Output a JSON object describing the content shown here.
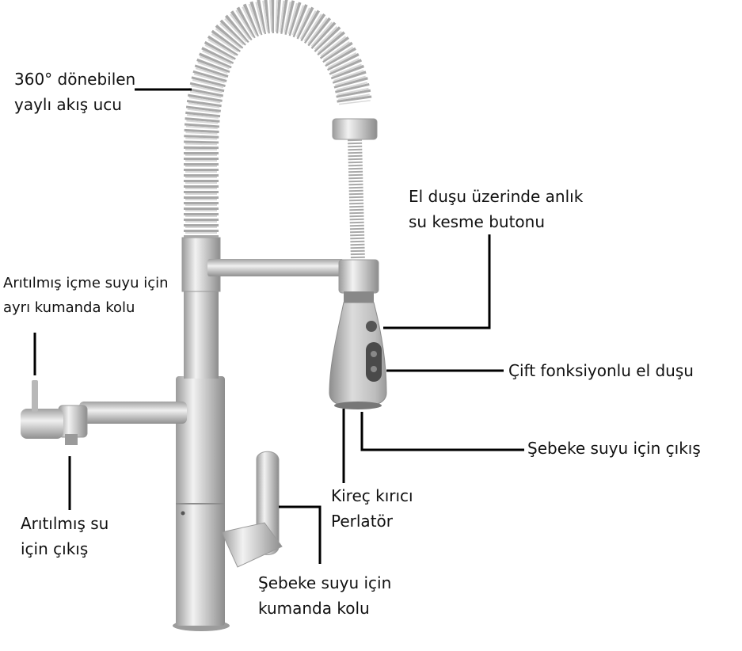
{
  "labels": {
    "spring_spout": {
      "line1": "360° dönebilen",
      "line2": "yaylı akış ucu"
    },
    "stop_button": {
      "line1": "El duşu üzerinde anlık",
      "line2": "su kesme butonu"
    },
    "filtered_lever": {
      "line1": "Arıtılmış içme suyu için",
      "line2": "ayrı kumanda kolu"
    },
    "dual_shower": {
      "line1": "Çift fonksiyonlu el duşu"
    },
    "mains_outlet": {
      "line1": "Şebeke suyu için çıkış"
    },
    "aerator": {
      "line1": "Kireç kırıcı",
      "line2": "Perlatör"
    },
    "filtered_outlet": {
      "line1": "Arıtılmış su",
      "line2": "için çıkış"
    },
    "mains_lever": {
      "line1": "Şebeke suyu için",
      "line2": "kumanda kolu"
    }
  },
  "colors": {
    "steel_light": "#e8e8e8",
    "steel_mid": "#b9b9b9",
    "steel_dark": "#8a8a8a",
    "leader": "#000000",
    "text": "#111111"
  }
}
